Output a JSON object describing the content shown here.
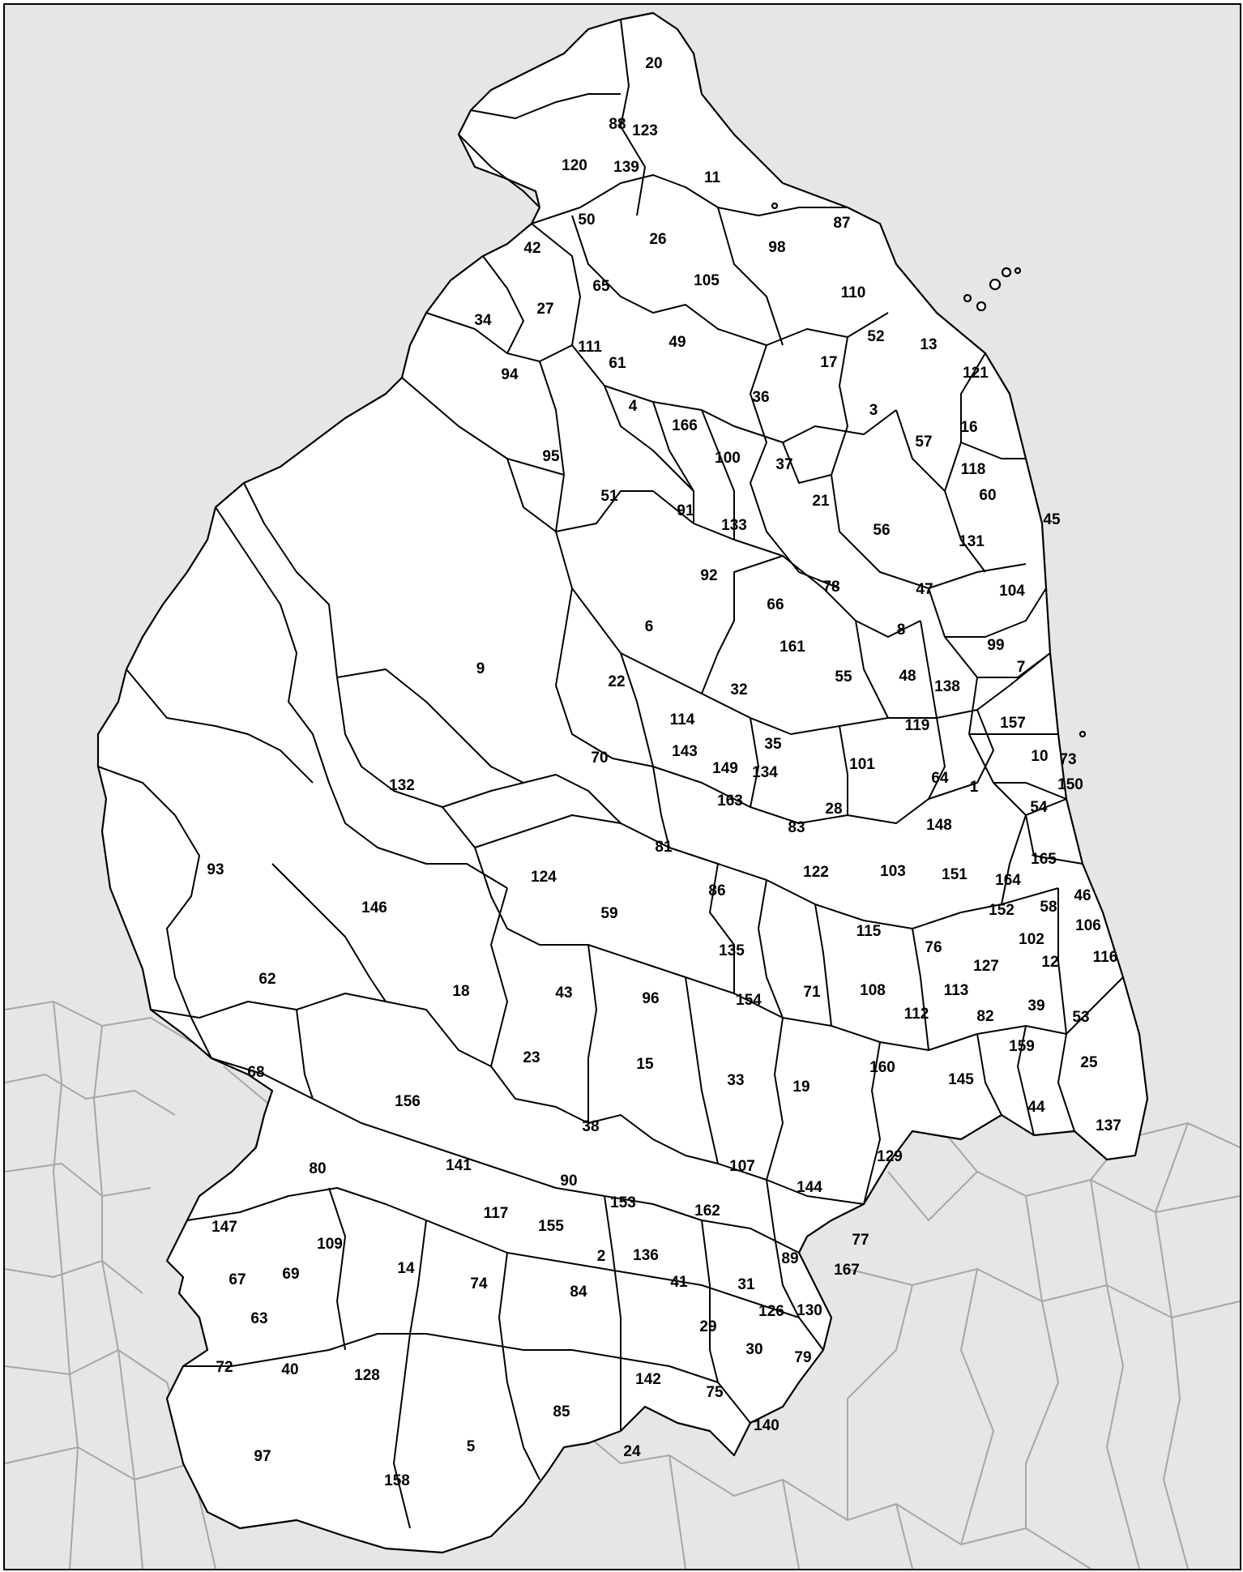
{
  "colors": {
    "region_fill": "#ffffff",
    "region_border": "#000000",
    "outside_fill": "#e6e6e6",
    "outside_border": "#a6a6a6"
  },
  "wards": [
    "1",
    "2",
    "3",
    "4",
    "5",
    "6",
    "7",
    "8",
    "9",
    "10",
    "11",
    "12",
    "13",
    "14",
    "15",
    "16",
    "17",
    "18",
    "19",
    "20",
    "21",
    "22",
    "23",
    "24",
    "25",
    "26",
    "27",
    "28",
    "29",
    "30",
    "31",
    "32",
    "33",
    "34",
    "35",
    "36",
    "37",
    "38",
    "39",
    "40",
    "41",
    "42",
    "43",
    "44",
    "45",
    "46",
    "47",
    "48",
    "49",
    "50",
    "51",
    "52",
    "53",
    "54",
    "55",
    "56",
    "57",
    "58",
    "59",
    "60",
    "61",
    "62",
    "63",
    "64",
    "65",
    "66",
    "67",
    "68",
    "69",
    "70",
    "71",
    "72",
    "73",
    "74",
    "75",
    "76",
    "77",
    "78",
    "79",
    "80",
    "81",
    "82",
    "83",
    "84",
    "85",
    "86",
    "87",
    "88",
    "89",
    "90",
    "91",
    "92",
    "93",
    "94",
    "95",
    "96",
    "97",
    "98",
    "99",
    "100",
    "101",
    "102",
    "103",
    "104",
    "105",
    "106",
    "107",
    "108",
    "109",
    "110",
    "111",
    "112",
    "113",
    "114",
    "115",
    "116",
    "117",
    "118",
    "119",
    "120",
    "121",
    "122",
    "123",
    "124",
    "126",
    "127",
    "128",
    "129",
    "130",
    "131",
    "132",
    "133",
    "134",
    "135",
    "136",
    "137",
    "138",
    "139",
    "140",
    "141",
    "142",
    "143",
    "144",
    "145",
    "146",
    "147",
    "148",
    "149",
    "150",
    "151",
    "152",
    "153",
    "154",
    "155",
    "156",
    "157",
    "158",
    "159",
    "160",
    "161",
    "162",
    "163",
    "164",
    "165",
    "166",
    "167"
  ]
}
